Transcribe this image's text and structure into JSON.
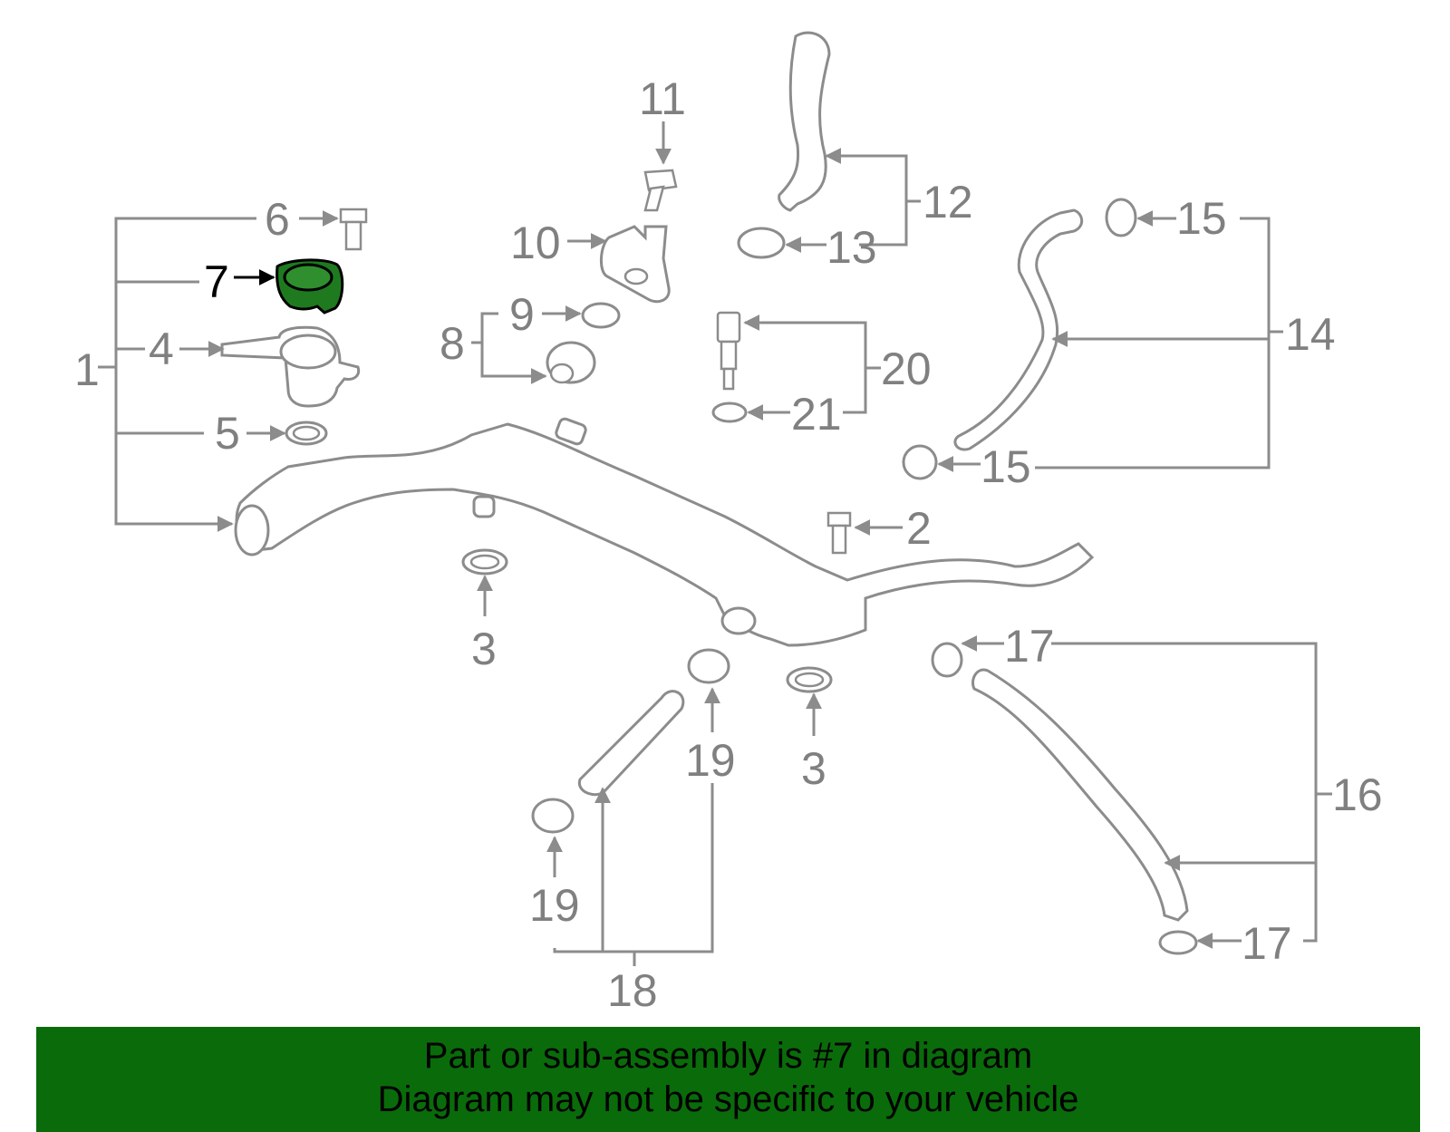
{
  "colors": {
    "highlight_part": "#1f7a1f",
    "banner_bg": "#0a6b0a",
    "line_gray": "#8c8c8c",
    "label_gray": "#808080",
    "text_black": "#000000"
  },
  "highlighted_callout": "7",
  "callouts": {
    "c1": "1",
    "c2": "2",
    "c3a": "3",
    "c3b": "3",
    "c4": "4",
    "c5": "5",
    "c6": "6",
    "c7": "7",
    "c8": "8",
    "c9": "9",
    "c10": "10",
    "c11": "11",
    "c12": "12",
    "c13": "13",
    "c14": "14",
    "c15a": "15",
    "c15b": "15",
    "c16": "16",
    "c17a": "17",
    "c17b": "17",
    "c18": "18",
    "c19a": "19",
    "c19b": "19",
    "c20": "20",
    "c21": "21"
  },
  "banner": {
    "line1": "Part or sub-assembly is #7 in diagram",
    "line2": "Diagram may not be specific to your vehicle"
  }
}
